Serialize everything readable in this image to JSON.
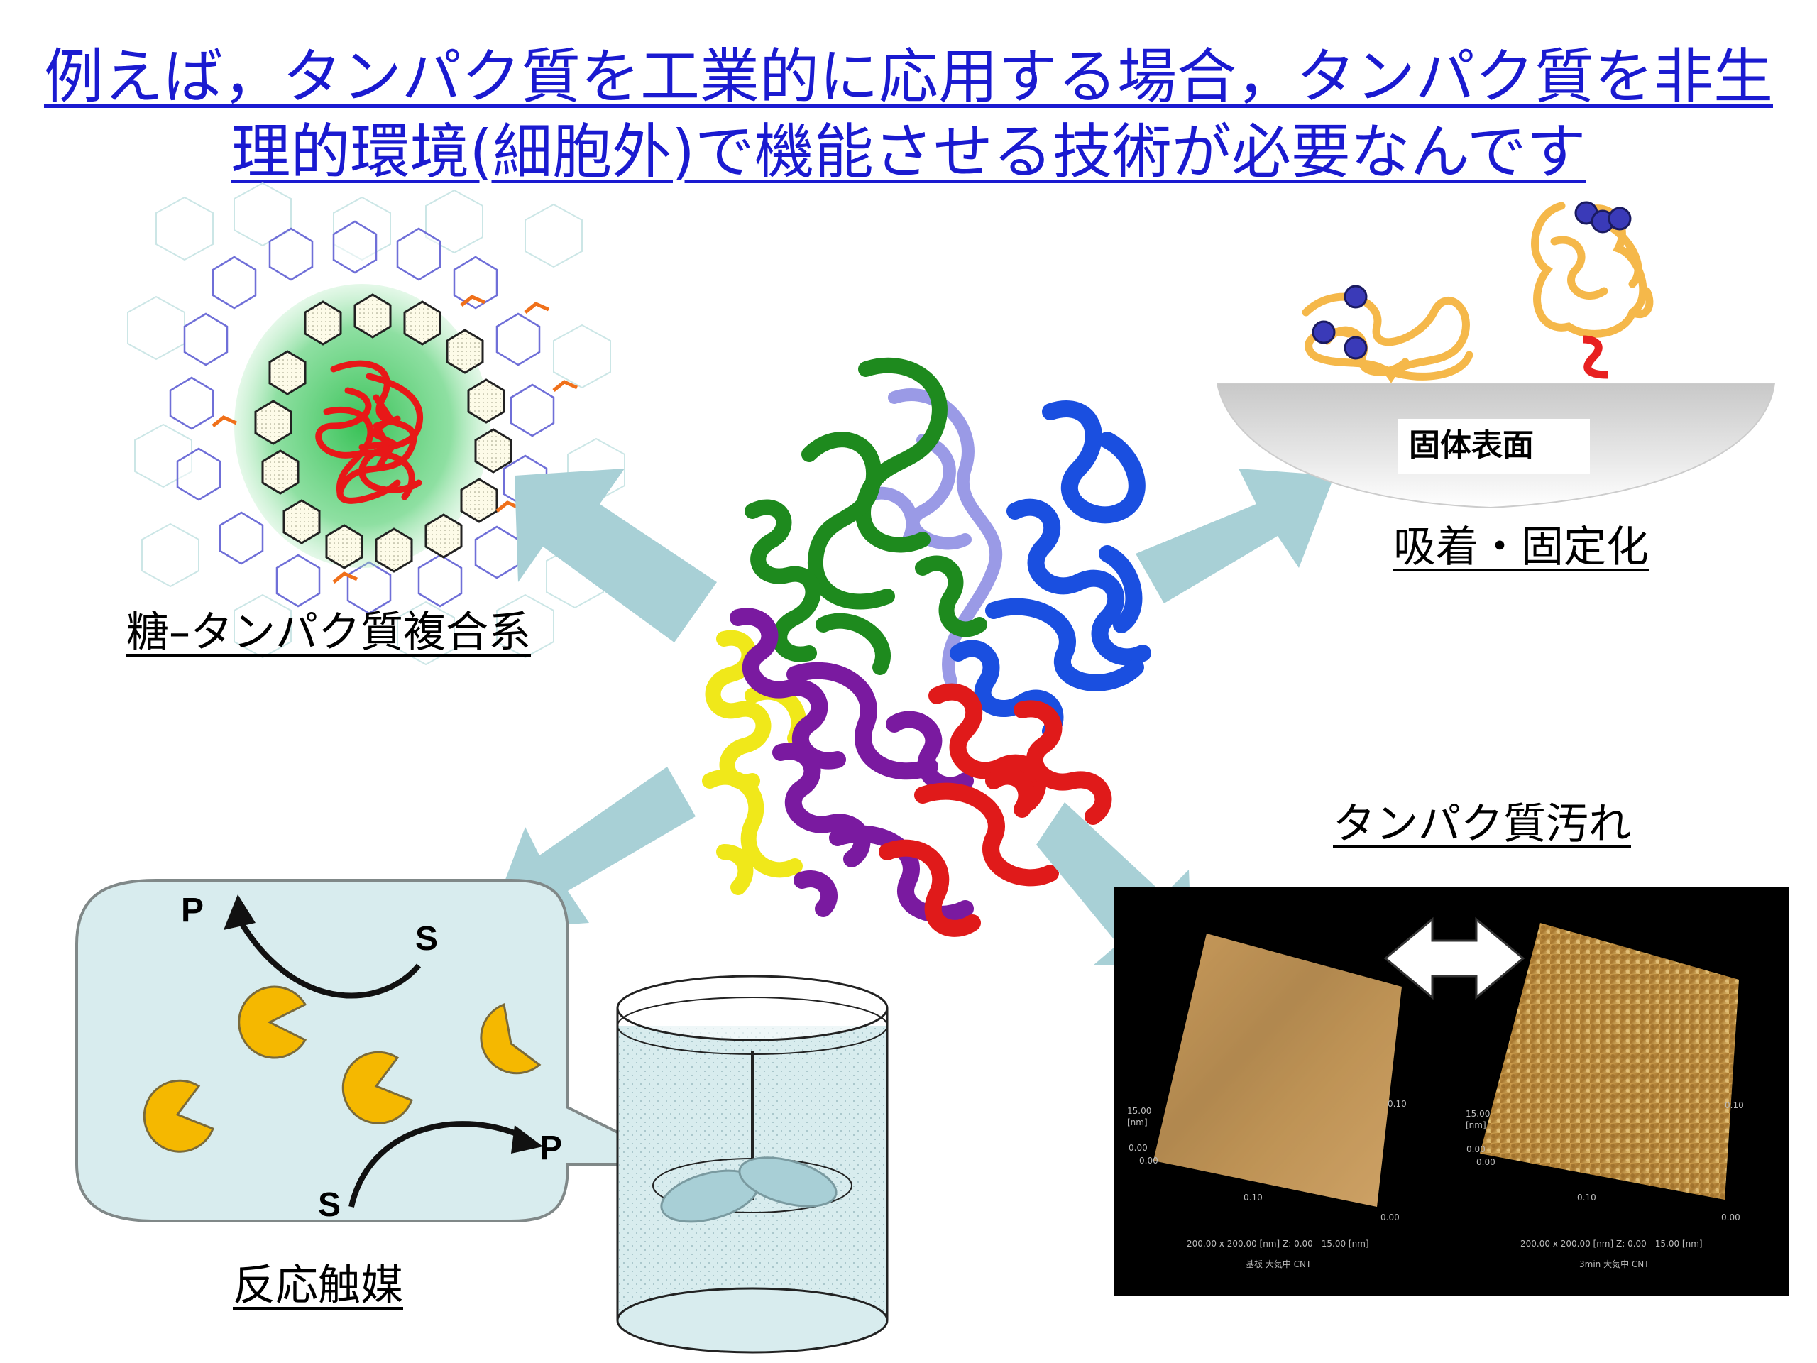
{
  "title": {
    "line1": "例えば，タンパク質を工業的に応用する場合，タンパク質を非生",
    "line2": "理的環境(細胞外)で機能させる技術が必要なんです"
  },
  "captions": {
    "sugar_complex": "糖–タンパク質複合系",
    "adsorption": "吸着・固定化",
    "fouling": "タンパク質汚れ",
    "catalysis": "反応触媒"
  },
  "solid_surface_label": "固体表面",
  "reaction": {
    "product": "P",
    "substrate": "S"
  },
  "afm": {
    "left": {
      "z_top": "15.00",
      "z_unit": "[nm]",
      "z_bottom": "0.00",
      "axis_origin": "0.00",
      "axis_mid": "0.10",
      "axis_right": "0.10",
      "axis_end": "0.00",
      "scan_info": "200.00 x 200.00 [nm]   Z: 0.00 - 15.00 [nm]",
      "condition": "基板 大気中 CNT"
    },
    "right": {
      "z_top": "15.00",
      "z_unit": "[nm]",
      "z_bottom": "0.00",
      "axis_origin": "0.00",
      "axis_mid": "0.10",
      "axis_right": "0.10",
      "axis_end": "0.00",
      "scan_info": "200.00 x 200.00 [nm]   Z: 0.00 - 15.00 [nm]",
      "condition": "3min 大気中 CNT"
    }
  },
  "colors": {
    "title": "#1a1ad0",
    "arrow": "#a8d0d6",
    "protein_green": "#1e8a1e",
    "protein_blue": "#1a4fe0",
    "protein_purple": "#7a1aa0",
    "protein_yellow": "#f0e81a",
    "protein_red": "#e01a1a",
    "pacman": "#f5b800",
    "reactor_fill": "#d8ecee"
  }
}
